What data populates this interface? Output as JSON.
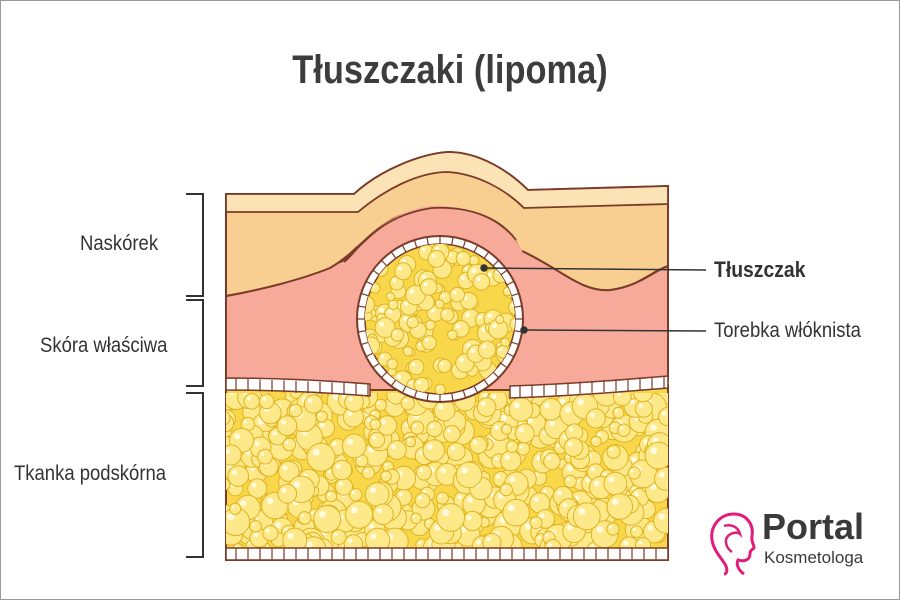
{
  "title": "Tłuszczaki (lipoma)",
  "layers": {
    "epidermis": "Naskórek",
    "dermis": "Skóra właściwa",
    "subcutis": "Tkanka podskórna"
  },
  "callouts": {
    "lipoma": "Tłuszczak",
    "capsule": "Torebka włóknista"
  },
  "brand": {
    "name": "Portal",
    "tagline": "Kosmetologa",
    "accent": "#e01e7a"
  },
  "colors": {
    "epidermis_top": "#fbe3b5",
    "epidermis": "#f8cf90",
    "dermis": "#f7a99a",
    "fat": "#f8d84a",
    "fat_cell": "#fde98a",
    "outline": "#7a3b2a",
    "bracket": "#333333"
  }
}
